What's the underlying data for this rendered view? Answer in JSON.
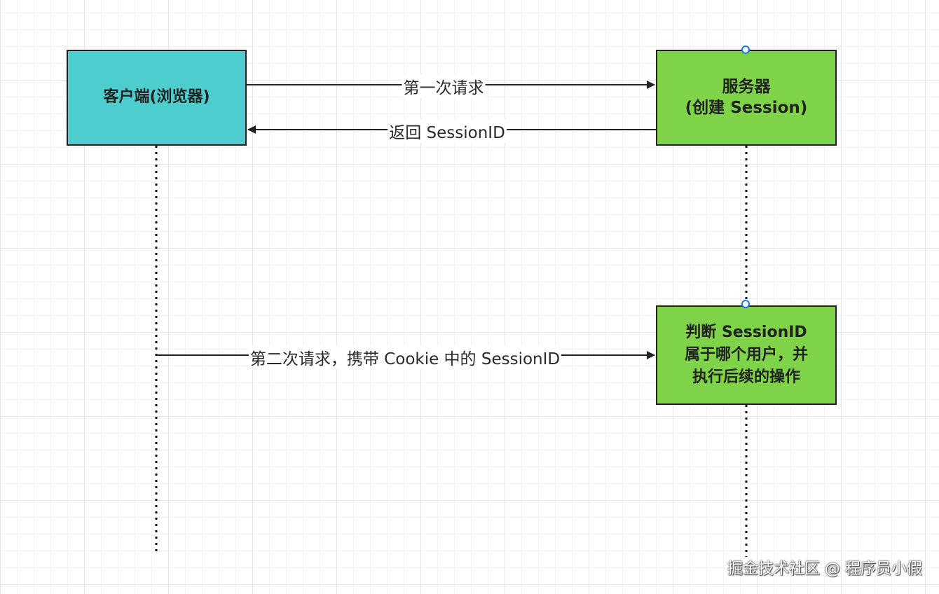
{
  "colors": {
    "client_fill": "#4ecdcf",
    "server_fill": "#7ed348",
    "stroke": "#222222",
    "handle": "#1a73e8"
  },
  "client": {
    "label": "客户端(浏览器)"
  },
  "server": {
    "line1": "服务器",
    "line2": "(创建 Session)"
  },
  "check": {
    "line1": "判断 SessionID",
    "line2": "属于哪个用户，并",
    "line3": "执行后续的操作"
  },
  "messages": {
    "first_request": "第一次请求",
    "return_session": "返回 SessionID",
    "second_request": "第二次请求，携带 Cookie 中的 SessionID"
  },
  "watermark": "掘金技术社区 @ 程序员小假"
}
